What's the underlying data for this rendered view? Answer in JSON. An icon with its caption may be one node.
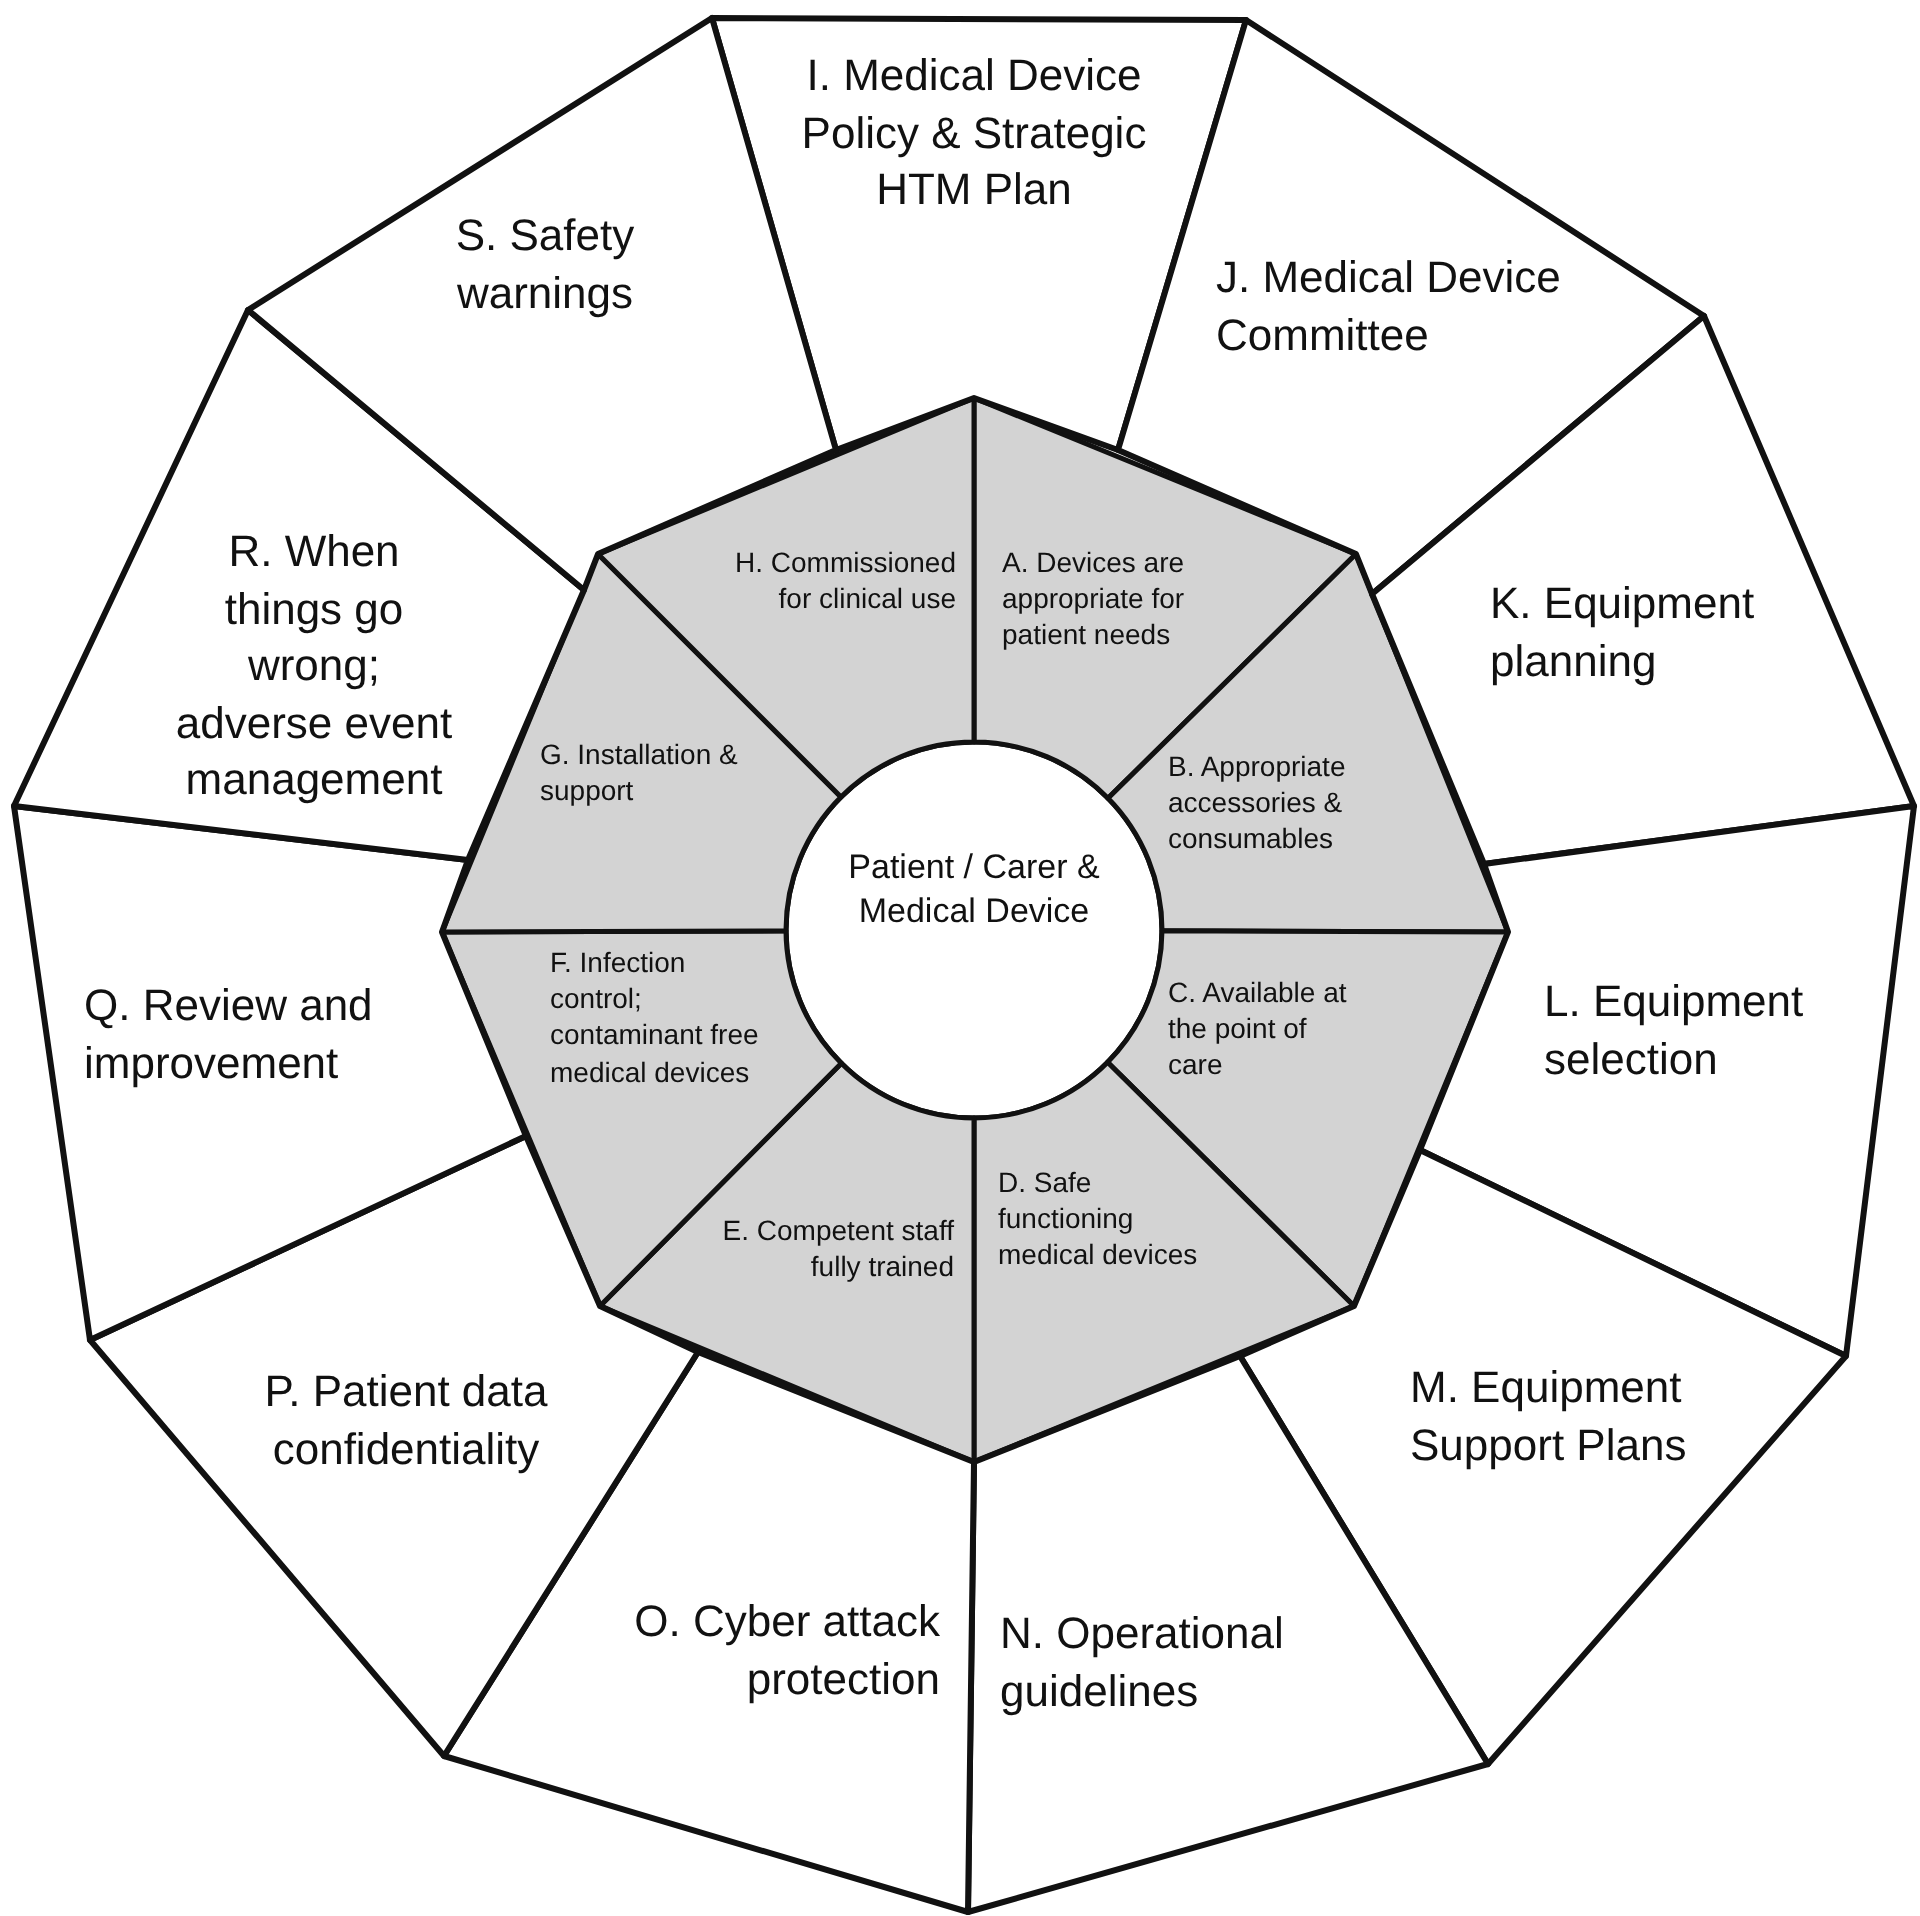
{
  "diagram": {
    "nodes": [
      {
        "text": [
          "Patient / Carer & Medical Device"
        ]
      },
      {
        "text": [
          "A. Devices are appropriate for patient needs"
        ]
      },
      {
        "text": [
          "B.  Appropriate accessories & consumables"
        ]
      },
      {
        "text": [
          "C.  Available at the point of care"
        ]
      },
      {
        "text": [
          "D. Safe functioning medical devices"
        ]
      },
      {
        "text": [
          "E. Competent staff fully trained"
        ]
      },
      {
        "text": [
          "F. Infection control; contaminant free medical devices"
        ]
      },
      {
        "text": [
          "G. Installation & support"
        ]
      },
      {
        "text": [
          "H. Commissioned for clinical use"
        ]
      },
      {
        "text": [
          "I. Medical Device Policy & Strategic HTM Plan"
        ]
      },
      {
        "text": [
          "J. Medical Device Committee"
        ]
      },
      {
        "text": [
          "K. Equipment planning"
        ]
      },
      {
        "text": [
          "L. Equipment selection"
        ]
      },
      {
        "text": [
          "M. Equipment Support Plans"
        ]
      },
      {
        "text": [
          "N. Operational guidelines"
        ]
      },
      {
        "text": [
          "O. Cyber attack protection"
        ]
      },
      {
        "text": [
          "P. Patient data confidentiality"
        ]
      },
      {
        "text": [
          "Q. Review and improvement"
        ]
      },
      {
        "text": [
          "R. When things go wrong; adverse event management"
        ]
      },
      {
        "text": [
          "S. Safety warnings"
        ]
      }
    ]
  }
}
